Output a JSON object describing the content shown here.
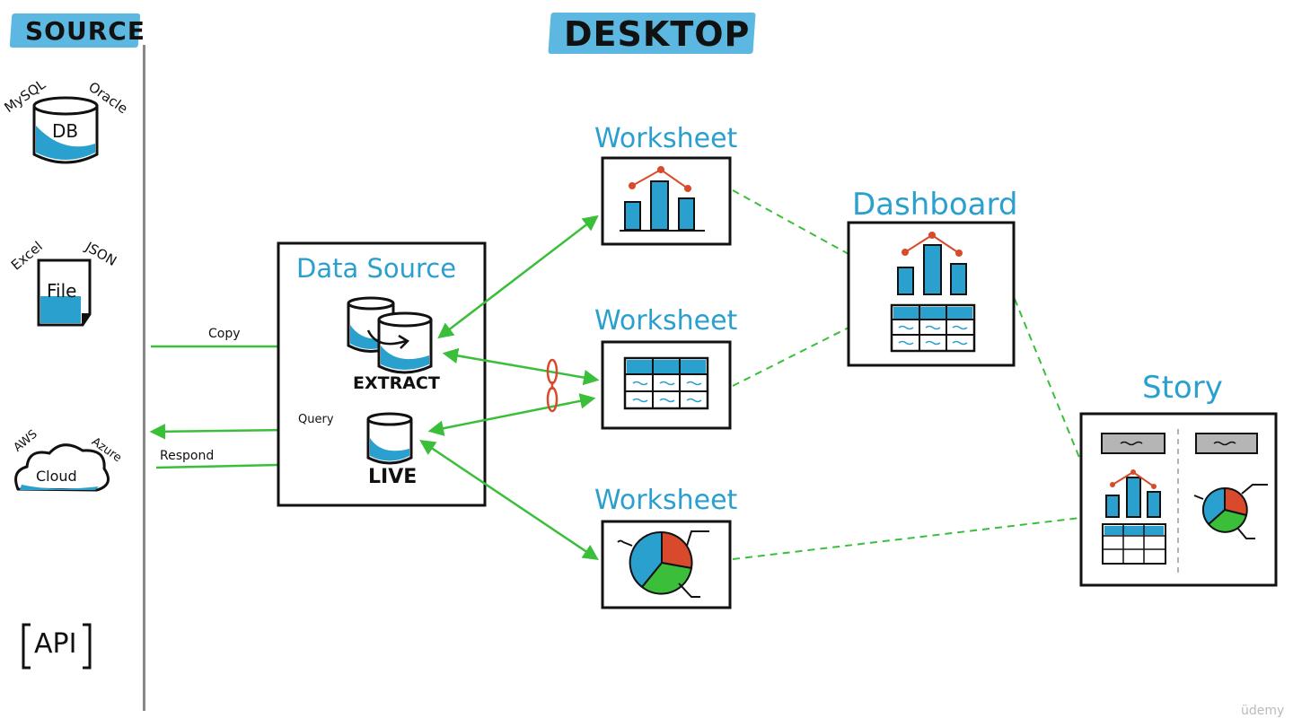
{
  "headers": {
    "source": "SOURCE",
    "desktop": "DESKTOP"
  },
  "sources": {
    "db": {
      "label": "DB",
      "tag_left": "MySQL",
      "tag_right": "Oracle"
    },
    "file": {
      "label": "File",
      "tag_left": "Excel",
      "tag_right": "JSON"
    },
    "cloud": {
      "label": "Cloud",
      "tag_left": "AWS",
      "tag_right": "Azure"
    },
    "api": {
      "label": "API"
    }
  },
  "data_source": {
    "title": "Data Source",
    "extract_label": "EXTRACT",
    "live_label": "LIVE"
  },
  "flows": {
    "copy": "Copy",
    "query": "Query",
    "respond": "Respond"
  },
  "worksheets": [
    "Worksheet",
    "Worksheet",
    "Worksheet"
  ],
  "dashboard": {
    "title": "Dashboard"
  },
  "story": {
    "title": "Story"
  },
  "colors": {
    "accent_blue": "#2aa0cf",
    "arrow_green": "#3bbf3b",
    "link_red": "#d9492b",
    "ink": "#111111"
  },
  "watermark": "üdemy"
}
